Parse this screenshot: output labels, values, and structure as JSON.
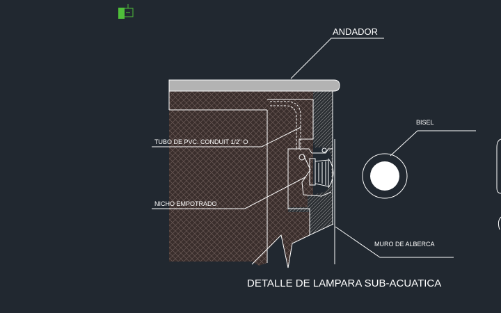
{
  "colors": {
    "background": "#212830",
    "line": "#ffffff",
    "concrete": "#3a2e2c",
    "hatch": "#6a5a56",
    "coping": "#b3b3b3",
    "ucs_icon": "#4fbf3a"
  },
  "icons": {
    "ucs": "ucs-icon"
  },
  "labels": {
    "andador": "ANDADOR",
    "tubo": "TUBO DE PVC. CONDUIT 1/2\" O",
    "nicho": "NICHO EMPOTRADO",
    "muro": "MURO DE ALBERCA",
    "bisel": "BISEL"
  },
  "title": "DETALLE DE LAMPARA SUB-ACUATICA"
}
